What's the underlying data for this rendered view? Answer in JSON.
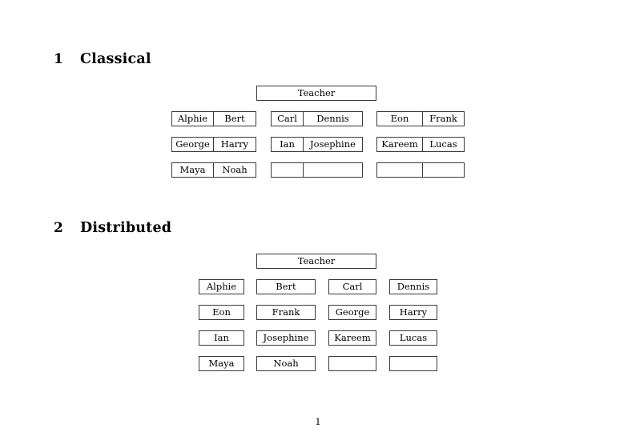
{
  "document": {
    "page_number": "1",
    "sections": [
      {
        "number": "1",
        "title": "Classical",
        "teacher_label": "Teacher",
        "groups": [
          {
            "rows": [
              {
                "cells": [
                  "Alphie",
                  "Bert"
                ]
              },
              {
                "cells": [
                  "George",
                  "Harry"
                ]
              },
              {
                "cells": [
                  "Maya",
                  "Noah"
                ]
              }
            ]
          },
          {
            "rows": [
              {
                "cells": [
                  "Carl",
                  "Dennis"
                ]
              },
              {
                "cells": [
                  "Ian",
                  "Josephine"
                ]
              },
              {
                "cells": [
                  "",
                  ""
                ]
              }
            ]
          },
          {
            "rows": [
              {
                "cells": [
                  "Eon",
                  "Frank"
                ]
              },
              {
                "cells": [
                  "Kareem",
                  "Lucas"
                ]
              },
              {
                "cells": [
                  "",
                  ""
                ]
              }
            ]
          }
        ]
      },
      {
        "number": "2",
        "title": "Distributed",
        "teacher_label": "Teacher",
        "rows": [
          {
            "cells": [
              "Alphie",
              "Bert",
              "Carl",
              "Dennis"
            ]
          },
          {
            "cells": [
              "Eon",
              "Frank",
              "George",
              "Harry"
            ]
          },
          {
            "cells": [
              "Ian",
              "Josephine",
              "Kareem",
              "Lucas"
            ]
          },
          {
            "cells": [
              "Maya",
              "Noah",
              "",
              ""
            ]
          }
        ]
      }
    ]
  }
}
